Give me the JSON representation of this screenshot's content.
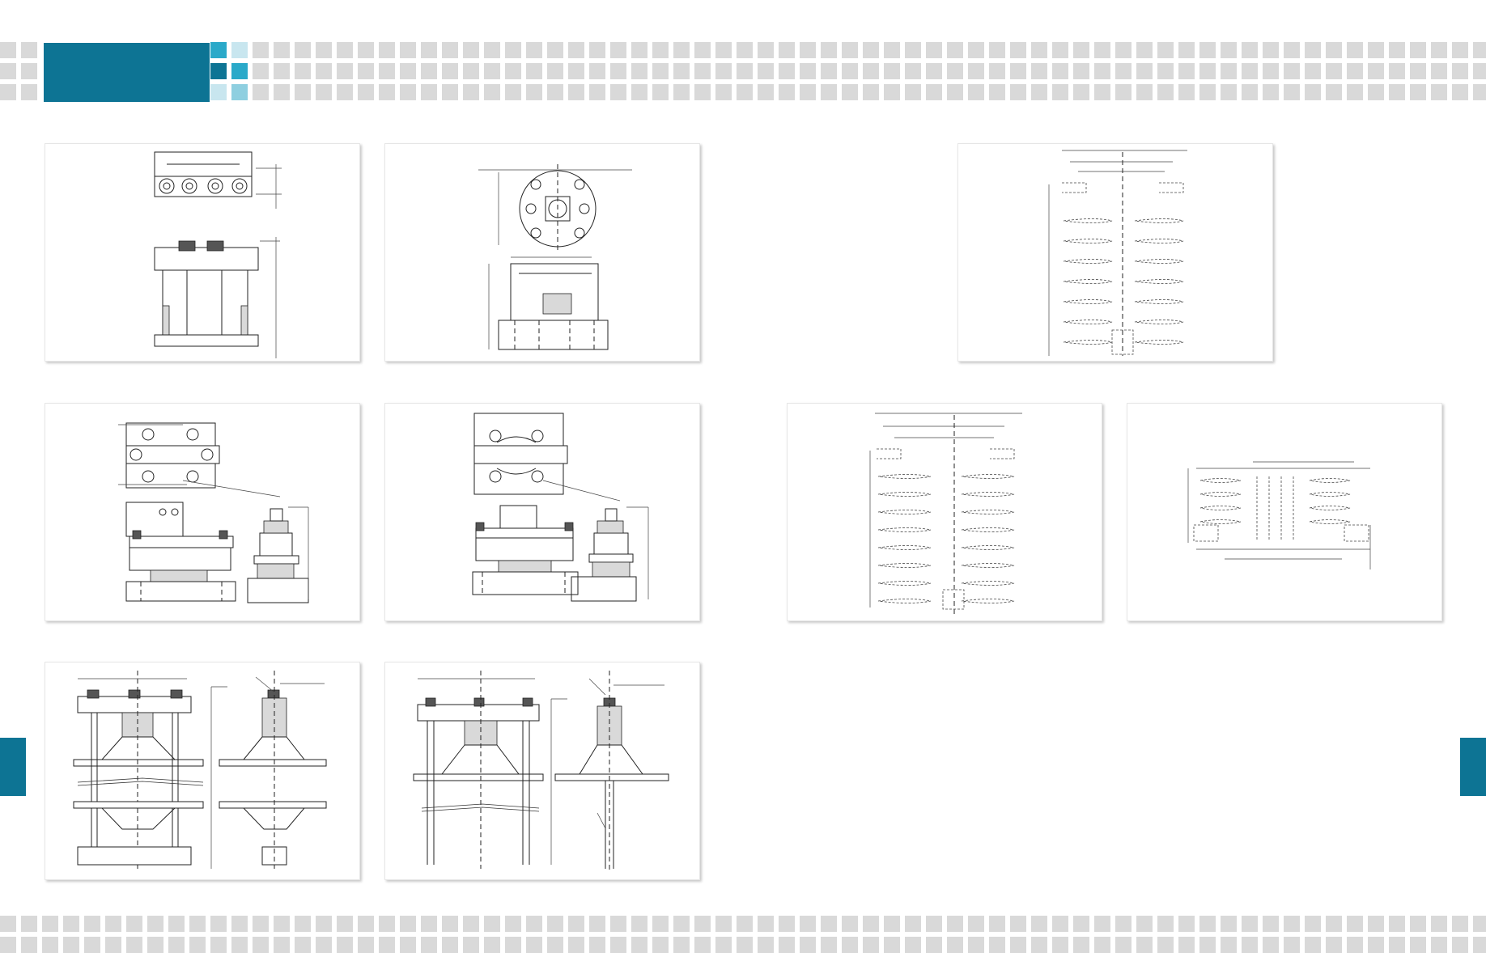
{
  "colors": {
    "accent": "#0d7494",
    "accent_light": "#8ecfe0",
    "accent_mid": "#2aa9c9",
    "accent_pale": "#c8e6ef",
    "pattern_gray": "#d9d9d9"
  },
  "decoration": {
    "top_pattern": "gray-square-grid",
    "bottom_pattern": "gray-square-grid",
    "header_block": "teal-block",
    "side_tabs": "teal-edge-tabs"
  },
  "drawings": [
    {
      "id": "drawing-1",
      "subject": "guide-rail-assembly"
    },
    {
      "id": "drawing-2",
      "subject": "round-flange-cylinder"
    },
    {
      "id": "drawing-3",
      "subject": "bellows-section"
    },
    {
      "id": "drawing-4",
      "subject": "bolted-mount-with-side-view"
    },
    {
      "id": "drawing-5",
      "subject": "bolted-mount-round-with-side-view"
    },
    {
      "id": "drawing-6",
      "subject": "bellows-section"
    },
    {
      "id": "drawing-7",
      "subject": "horizontal-bellows"
    },
    {
      "id": "drawing-8",
      "subject": "damper-column-assembly"
    },
    {
      "id": "drawing-9",
      "subject": "damper-column-assembly"
    }
  ]
}
